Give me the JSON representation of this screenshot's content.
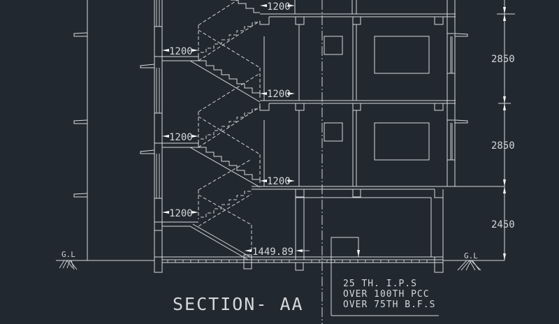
{
  "drawing": {
    "title": "SECTION- AA",
    "background": "#212830",
    "line_color": "#d8dadd",
    "dimensions": {
      "stair_width": [
        "1200",
        "1200",
        "1200",
        "1200",
        "1200",
        "1200"
      ],
      "bottom_landing": "1449.89",
      "floor_heights": [
        "2850",
        "2850",
        "2450"
      ]
    },
    "ground_labels": [
      "G.L",
      "G.L"
    ],
    "floor_note": [
      "25 TH. I.P.S",
      "OVER 100TH PCC",
      "OVER 75TH B.F.S"
    ]
  }
}
